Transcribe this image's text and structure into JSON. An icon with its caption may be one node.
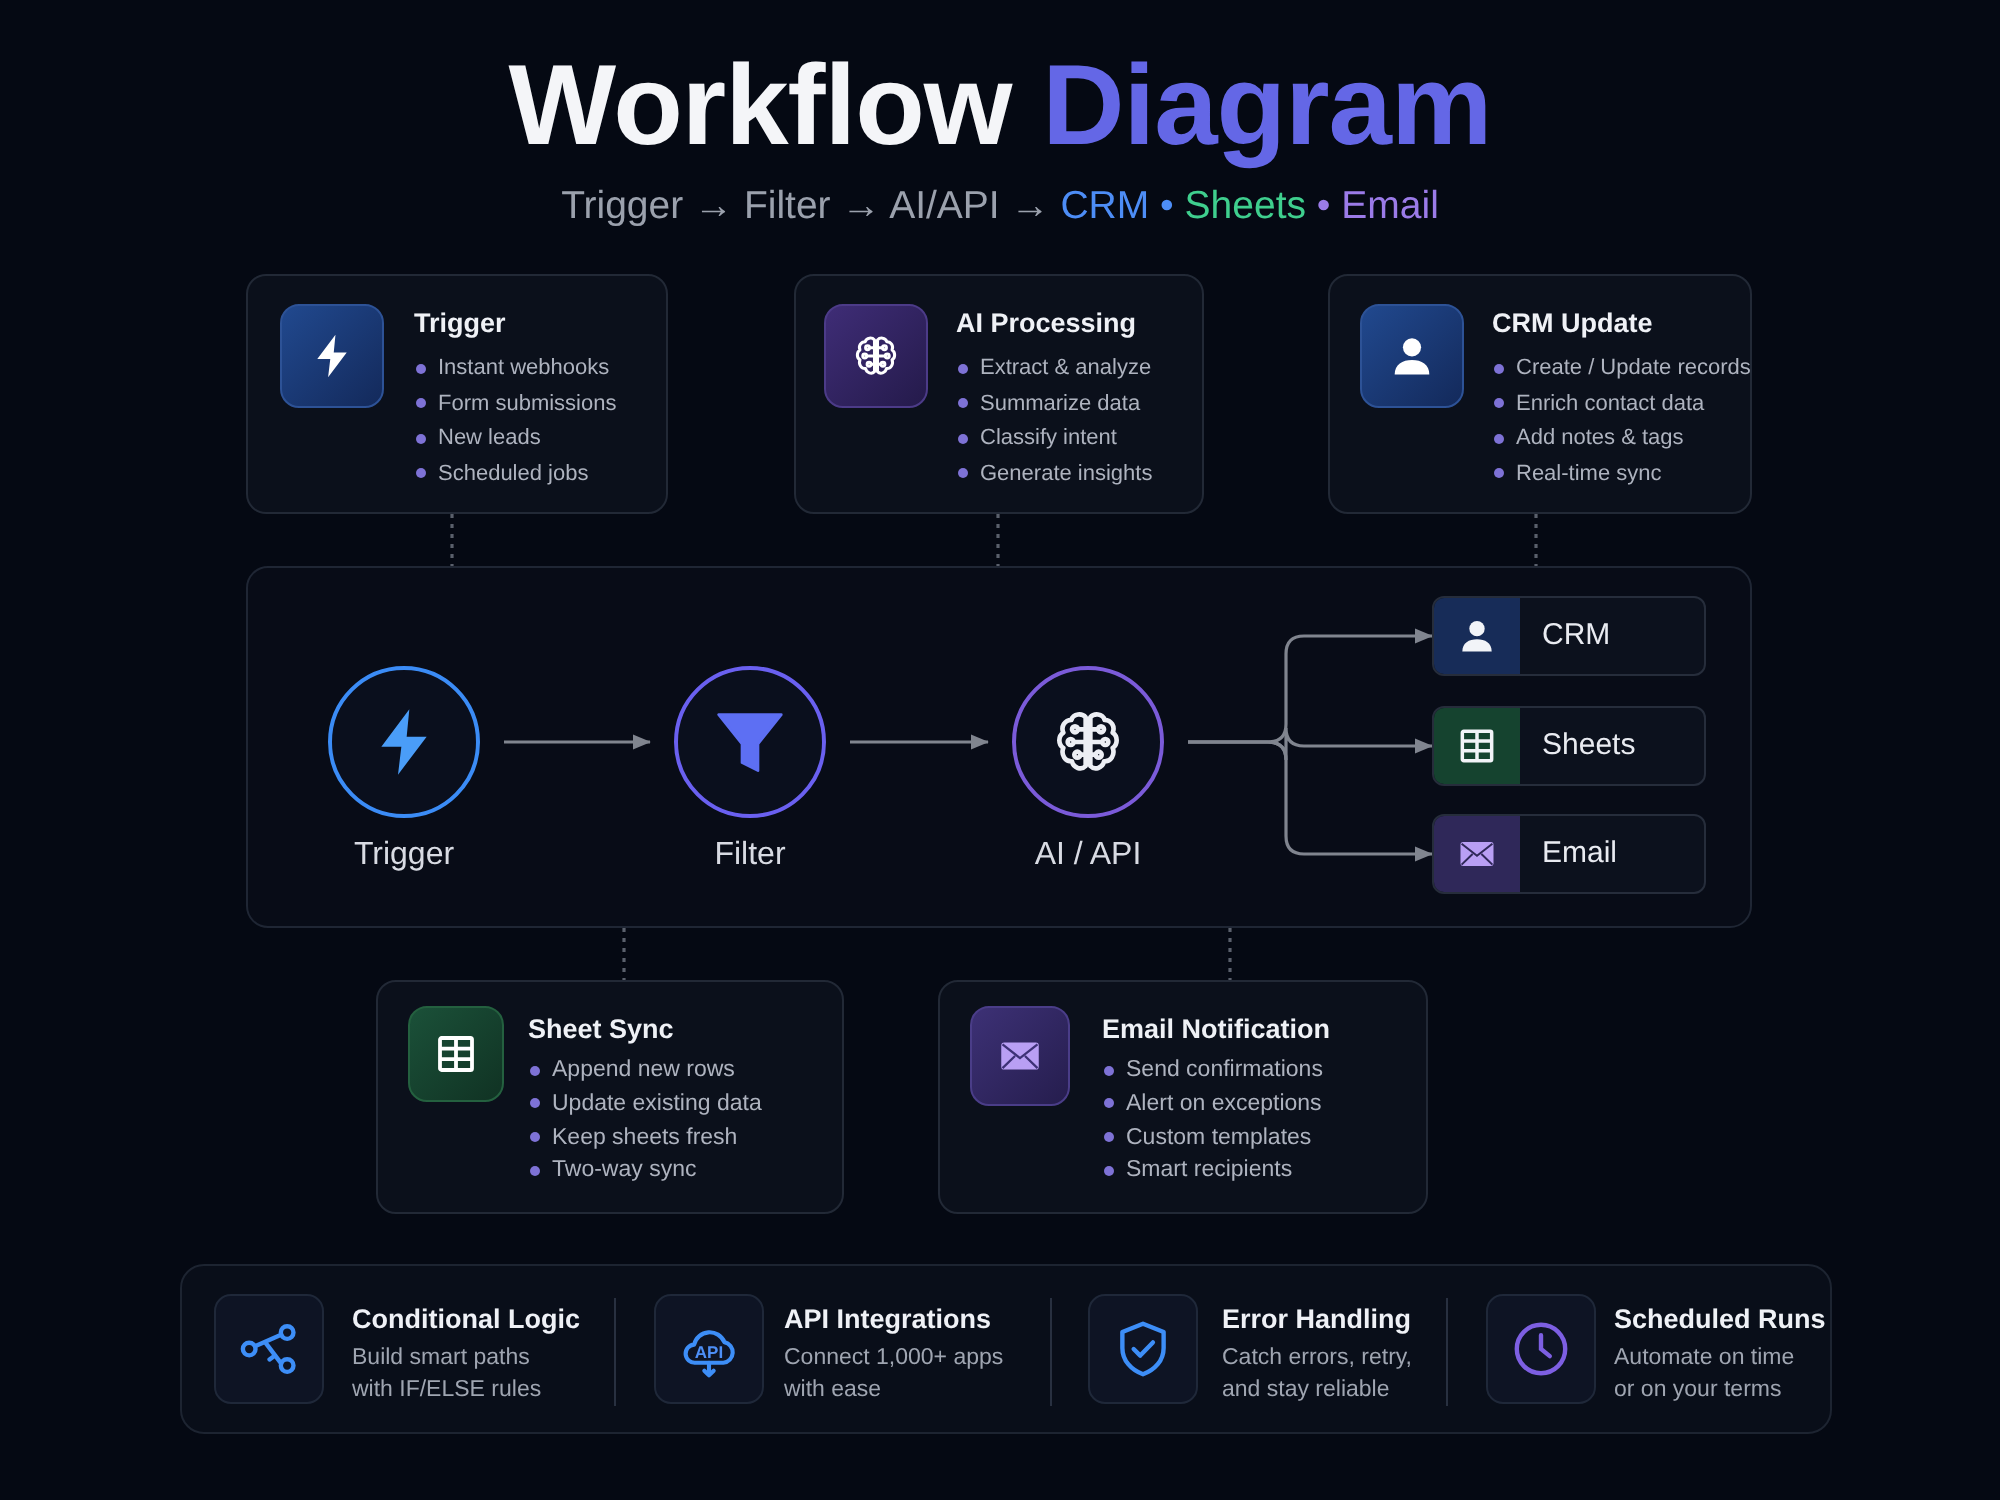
{
  "diagram": {
    "title": "Workflow Diagram",
    "nodes": [
      {
        "text": [
          "Trigger",
          "Instant webhooks",
          "Form submissions",
          "New leads",
          "Scheduled jobs"
        ]
      },
      {
        "text": [
          "AI Processing",
          "Extract & analyze",
          "Summarize data",
          "Classify intent",
          "Generate insights"
        ]
      },
      {
        "text": [
          "CRM Update",
          "Create / Update records",
          "Enrich contact data",
          "Add notes & tags",
          "Real-time sync"
        ]
      },
      {
        "text": [],
        "shape": "box"
      },
      {
        "text": [
          "Trigger"
        ],
        "in": 3
      },
      {
        "text": [
          "Filter"
        ],
        "in": 3
      },
      {
        "text": [
          "AI / API"
        ],
        "in": 3
      },
      {
        "text": [
          "CRM"
        ],
        "in": 3
      },
      {
        "text": [
          "Sheets"
        ],
        "in": 3
      },
      {
        "text": [
          "Email"
        ],
        "in": 3
      },
      {
        "text": [
          "Sheet Sync",
          "Append new rows",
          "Update existing data",
          "Keep sheets fresh",
          "Two-way sync"
        ]
      },
      {
        "text": [
          "Email Notification",
          "Send confirmations",
          "Alert on exceptions",
          "Custom templates",
          "Smart recipients"
        ]
      },
      {
        "text": [
          "Conditional Logic",
          "Build smart paths with IF/ELSE rules",
          "API Integrations",
          "Connect 1,000+ apps with ease",
          "Error Handling",
          "Catch errors, retry, and stay reliable",
          "Scheduled Runs",
          "Automate on time or on your terms"
        ]
      }
    ],
    "edges": [
      {
        "from": 0,
        "to": 3,
        "arrow": "none",
        "style": "dashed"
      },
      {
        "from": 1,
        "to": 3,
        "arrow": "none",
        "style": "dashed"
      },
      {
        "from": 2,
        "to": 3,
        "arrow": "none",
        "style": "dashed"
      },
      {
        "from": 4,
        "to": 5,
        "arrow": "to"
      },
      {
        "from": 5,
        "to": 6,
        "arrow": "to"
      },
      {
        "from": 6,
        "to": 7,
        "arrow": "to"
      },
      {
        "from": 6,
        "to": 8,
        "arrow": "to"
      },
      {
        "from": 6,
        "to": 9,
        "arrow": "to"
      },
      {
        "from": 3,
        "to": 10,
        "arrow": "none",
        "style": "dashed"
      },
      {
        "from": 3,
        "to": 11,
        "arrow": "none",
        "style": "dashed"
      }
    ],
    "labels": [
      "Trigger → Filter → AI/API → CRM • Sheets • Email",
      "API"
    ]
  }
}
